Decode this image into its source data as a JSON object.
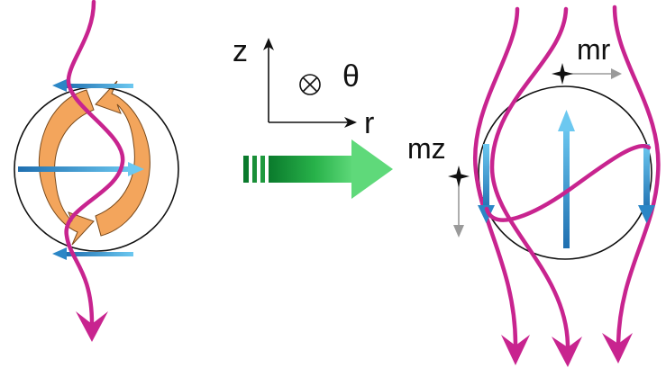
{
  "labels": {
    "z": "z",
    "theta": "θ",
    "r": "r",
    "mz": "mz",
    "mr": "mr"
  },
  "colors": {
    "field_line": "#c8248f",
    "circle": "#111111",
    "vector_blue": "#2b86c6",
    "vector_blue_light": "#5bbbe8",
    "rotation_orange": "#f3a55c",
    "transition_arrow_dark": "#0a7a2c",
    "transition_arrow_light": "#4fd06a",
    "guide_gray": "#9a9a9a"
  },
  "icons": {
    "theta_direction": "into-page-circle-x-icon"
  }
}
